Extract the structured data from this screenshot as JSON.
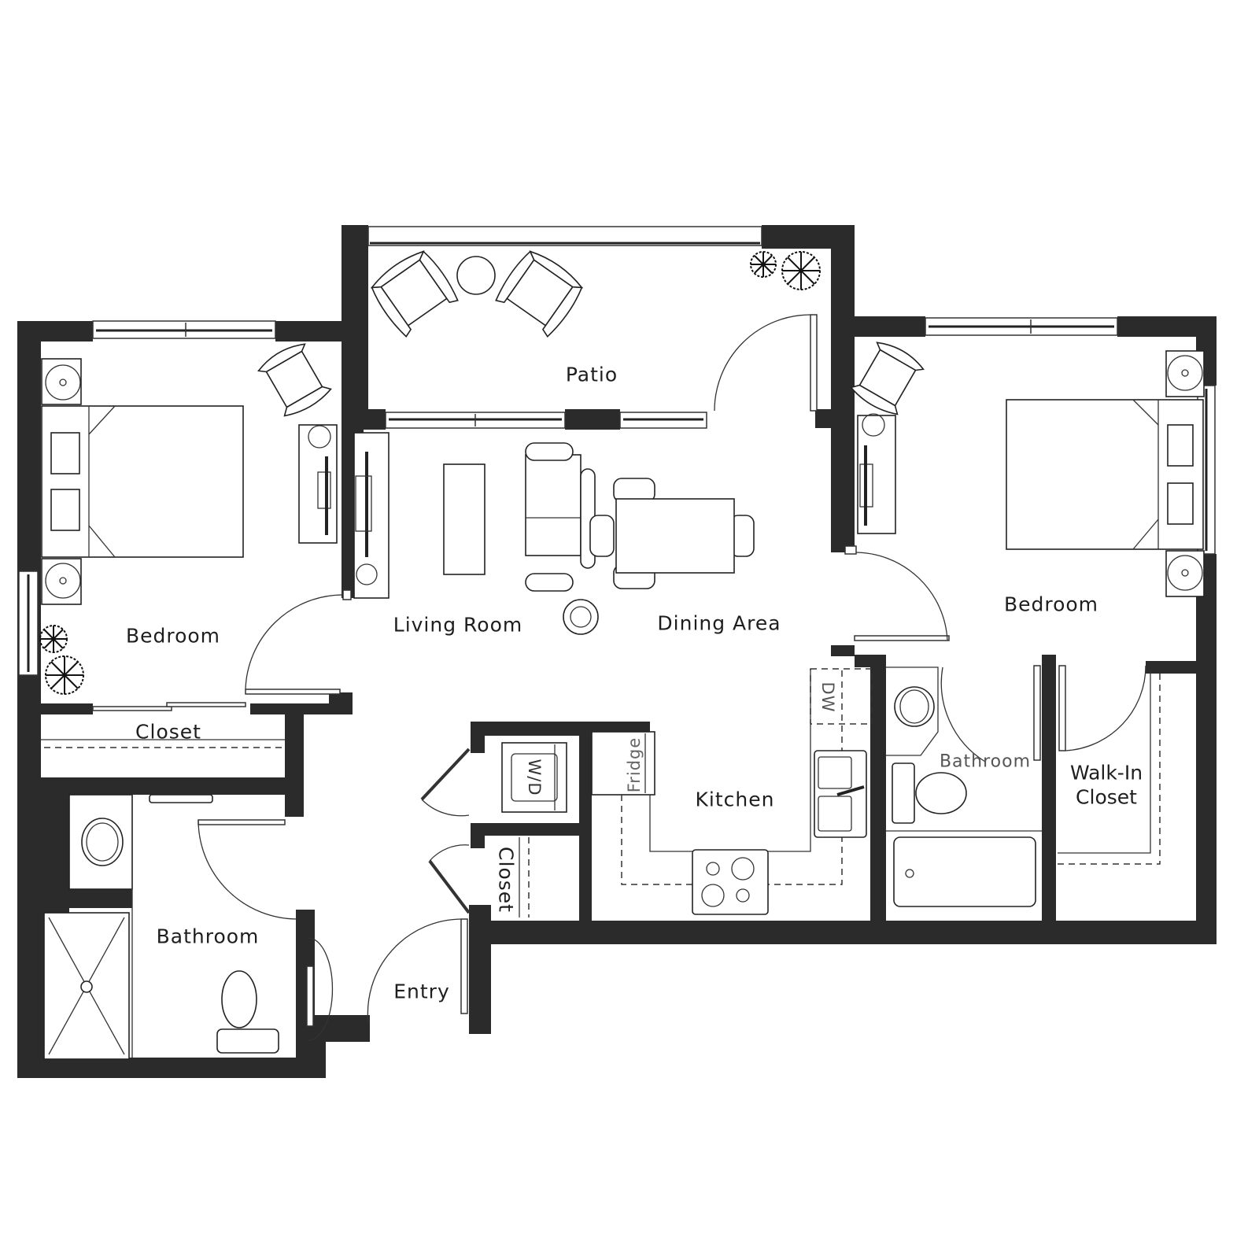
{
  "plan": {
    "wall_color": "#2b2b2b",
    "line_color": "#222222",
    "background": "#ffffff"
  },
  "rooms": {
    "patio": "Patio",
    "living_room": "Living Room",
    "dining_area": "Dining Area",
    "bedroom_left": "Bedroom",
    "bedroom_right": "Bedroom",
    "closet_left": "Closet",
    "bathroom_left": "Bathroom",
    "entry": "Entry",
    "closet_entry": "Closet",
    "kitchen": "Kitchen",
    "bathroom_right": "Bathroom",
    "walk_in_closet_line1": "Walk-In",
    "walk_in_closet_line2": "Closet"
  },
  "appliances": {
    "washer_dryer": "W/D",
    "fridge": "Fridge",
    "dishwasher": "DW"
  }
}
